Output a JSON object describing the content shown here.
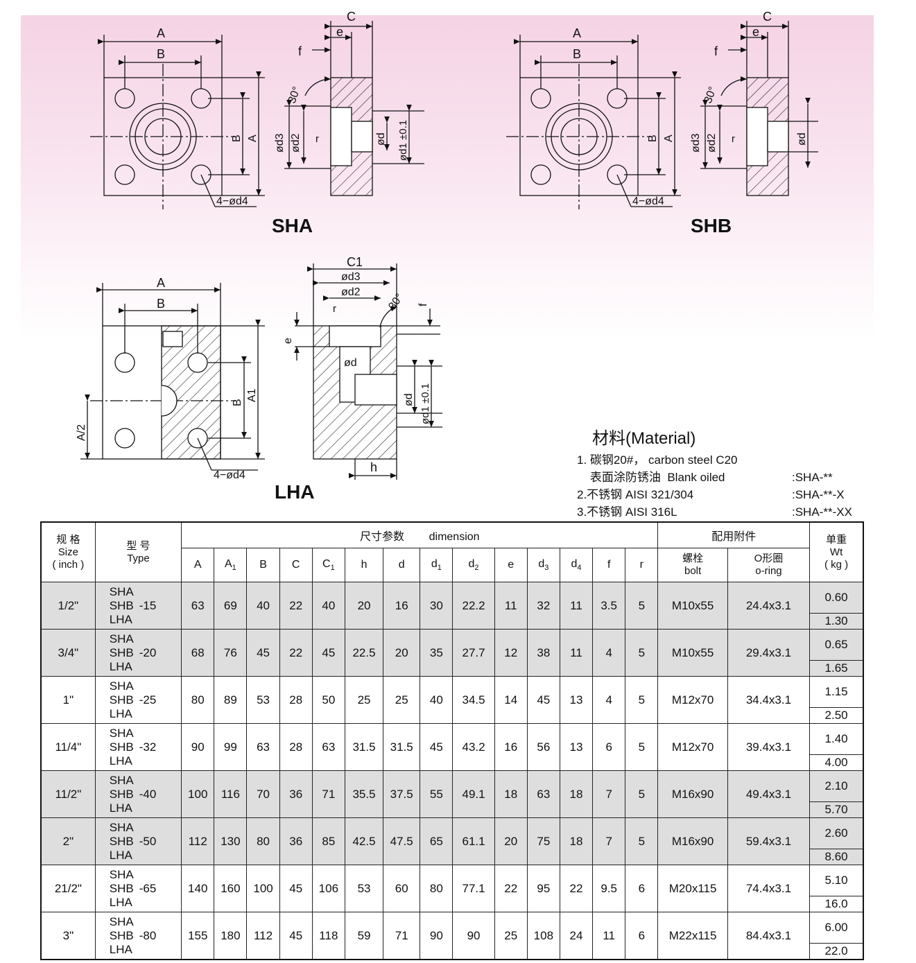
{
  "drawings": {
    "sha": {
      "title": "SHA",
      "labels": {
        "A": "A",
        "B": "B",
        "C": "C",
        "e": "e",
        "f": "f",
        "angle": "30°",
        "d3": "ød3",
        "d2": "ød2",
        "d": "ød",
        "d1": "ød1 ±0.1",
        "r": "r",
        "holes": "4−ød4"
      }
    },
    "shb": {
      "title": "SHB",
      "labels": {
        "A": "A",
        "B": "B",
        "C": "C",
        "e": "e",
        "f": "f",
        "angle": "30°",
        "d3": "ød3",
        "d2": "ød2",
        "d": "ød",
        "r": "r",
        "holes": "4−ød4"
      }
    },
    "lha": {
      "title": "LHA",
      "labels": {
        "A": "A",
        "B": "B",
        "A1": "A1",
        "A2": "A/2",
        "C1": "C1",
        "d3": "ød3",
        "d2": "ød2",
        "d": "ød",
        "d1": "ød1 ±0.1",
        "r": "r",
        "e": "e",
        "f": "f",
        "angle": "30°",
        "h": "h",
        "holes": "4−ød4"
      }
    }
  },
  "material": {
    "title": "材料(Material)",
    "items": [
      {
        "text": "1. 碳钢20#，  carbon steel  C20",
        "code": ""
      },
      {
        "text": "    表面涂防锈油  Blank oiled",
        "code": ":SHA-**"
      },
      {
        "text": "2.不锈钢  AISI 321/304",
        "code": ":SHA-**-X"
      },
      {
        "text": "3.不锈钢  AISI 316L",
        "code": ":SHA-**-XX"
      }
    ]
  },
  "table": {
    "head": {
      "size_cn": "规 格",
      "size_en": "Size",
      "size_unit": "( inch )",
      "type_cn": "型 号",
      "type_en": "Type",
      "dimension": "尺寸参数        dimension",
      "accessory": "配用附件",
      "wt_cn": "单重",
      "wt_en": "Wt",
      "wt_unit": "( kg )",
      "cols": [
        "A",
        "A1",
        "B",
        "C",
        "C1",
        "h",
        "d",
        "d1",
        "d2",
        "e",
        "d3",
        "d4",
        "f",
        "r"
      ],
      "bolt_cn": "螺栓",
      "bolt_en": "bolt",
      "oring_cn": "O形圈",
      "oring_en": "o-ring"
    },
    "types": [
      "SHA",
      "SHB",
      "LHA"
    ],
    "rows": [
      {
        "size": "1/2\"",
        "code": "-15",
        "vals": [
          "63",
          "69",
          "40",
          "22",
          "40",
          "20",
          "16",
          "30",
          "22.2",
          "11",
          "32",
          "11",
          "3.5",
          "5"
        ],
        "bolt": "M10x55",
        "oring": "24.4x3.1",
        "wt1": "0.60",
        "wt2": "1.30"
      },
      {
        "size": "3/4\"",
        "code": "-20",
        "vals": [
          "68",
          "76",
          "45",
          "22",
          "45",
          "22.5",
          "20",
          "35",
          "27.7",
          "12",
          "38",
          "11",
          "4",
          "5"
        ],
        "bolt": "M10x55",
        "oring": "29.4x3.1",
        "wt1": "0.65",
        "wt2": "1.65"
      },
      {
        "size": "1\"",
        "code": "-25",
        "vals": [
          "80",
          "89",
          "53",
          "28",
          "50",
          "25",
          "25",
          "40",
          "34.5",
          "14",
          "45",
          "13",
          "4",
          "5"
        ],
        "bolt": "M12x70",
        "oring": "34.4x3.1",
        "wt1": "1.15",
        "wt2": "2.50"
      },
      {
        "size": "11/4\"",
        "code": "-32",
        "vals": [
          "90",
          "99",
          "63",
          "28",
          "63",
          "31.5",
          "31.5",
          "45",
          "43.2",
          "16",
          "56",
          "13",
          "6",
          "5"
        ],
        "bolt": "M12x70",
        "oring": "39.4x3.1",
        "wt1": "1.40",
        "wt2": "4.00"
      },
      {
        "size": "11/2\"",
        "code": "-40",
        "vals": [
          "100",
          "116",
          "70",
          "36",
          "71",
          "35.5",
          "37.5",
          "55",
          "49.1",
          "18",
          "63",
          "18",
          "7",
          "5"
        ],
        "bolt": "M16x90",
        "oring": "49.4x3.1",
        "wt1": "2.10",
        "wt2": "5.70"
      },
      {
        "size": "2\"",
        "code": "-50",
        "vals": [
          "112",
          "130",
          "80",
          "36",
          "85",
          "42.5",
          "47.5",
          "65",
          "61.1",
          "20",
          "75",
          "18",
          "7",
          "5"
        ],
        "bolt": "M16x90",
        "oring": "59.4x3.1",
        "wt1": "2.60",
        "wt2": "8.60"
      },
      {
        "size": "21/2\"",
        "code": "-65",
        "vals": [
          "140",
          "160",
          "100",
          "45",
          "106",
          "53",
          "60",
          "80",
          "77.1",
          "22",
          "95",
          "22",
          "9.5",
          "6"
        ],
        "bolt": "M20x115",
        "oring": "74.4x3.1",
        "wt1": "5.10",
        "wt2": "16.0"
      },
      {
        "size": "3\"",
        "code": "-80",
        "vals": [
          "155",
          "180",
          "112",
          "45",
          "118",
          "59",
          "71",
          "90",
          "90",
          "25",
          "108",
          "24",
          "11",
          "6"
        ],
        "bolt": "M22x115",
        "oring": "84.4x3.1",
        "wt1": "6.00",
        "wt2": "22.0"
      }
    ]
  }
}
